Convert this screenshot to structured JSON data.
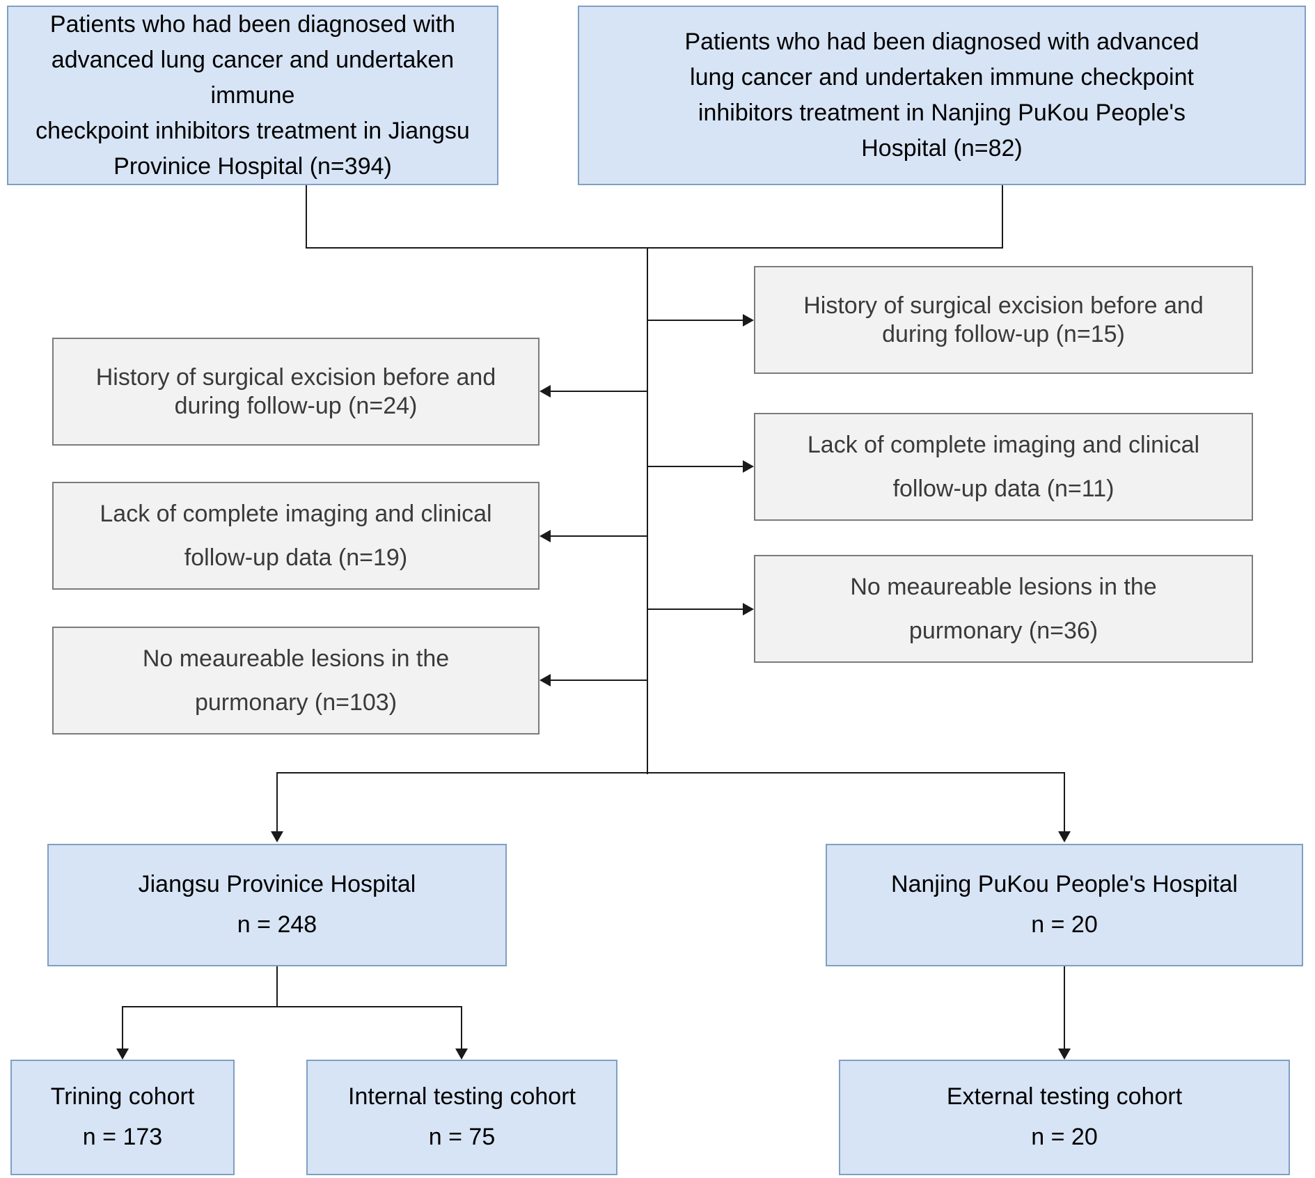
{
  "figure": {
    "type": "flowchart",
    "description": "Patient inclusion and exclusion flow diagram for two hospitals"
  },
  "colors": {
    "blue_fill": "#d7e4f5",
    "blue_border": "#7f9fc4",
    "gray_fill": "#f2f2f2",
    "gray_border": "#7b7b7b",
    "line": "#1a1a1a",
    "text_dark": "#000000",
    "text_gray": "#3a3a3a"
  },
  "boxes": {
    "source_jiangsu": {
      "lines": [
        "Patients who had been diagnosed with",
        "advanced lung cancer and undertaken immune",
        "checkpoint inhibitors treatment in Jiangsu",
        "Provinice Hospital (n=394)"
      ],
      "n": 394
    },
    "source_nanjing": {
      "lines": [
        "Patients who had been diagnosed with advanced",
        "lung cancer and undertaken immune checkpoint",
        "inhibitors treatment in Nanjing PuKou People's",
        "Hospital (n=82)"
      ],
      "n": 82
    },
    "exclusion_nanjing_1": {
      "lines": [
        "History of surgical excision before and",
        "during follow-up (n=15)"
      ],
      "n": 15
    },
    "exclusion_jiangsu_1": {
      "lines": [
        "History of surgical excision before and",
        "during follow-up (n=24)"
      ],
      "n": 24
    },
    "exclusion_nanjing_2": {
      "lines": [
        "Lack of complete imaging and clinical",
        "follow-up data (n=11)"
      ],
      "n": 11
    },
    "exclusion_jiangsu_2": {
      "lines": [
        "Lack of complete imaging and clinical",
        "follow-up data (n=19)"
      ],
      "n": 19
    },
    "exclusion_nanjing_3": {
      "lines": [
        "No meaureable lesions in the",
        "purmonary (n=36)"
      ],
      "n": 36
    },
    "exclusion_jiangsu_3": {
      "lines": [
        "No meaureable lesions in the",
        "purmonary (n=103)"
      ],
      "n": 103
    },
    "hospital_jiangsu": {
      "lines": [
        "Jiangsu Provinice Hospital",
        "n = 248"
      ],
      "n": 248
    },
    "hospital_nanjing": {
      "lines": [
        "Nanjing PuKou People's Hospital",
        "n = 20"
      ],
      "n": 20
    },
    "cohort_training": {
      "lines": [
        "Trining cohort",
        "n = 173"
      ],
      "n": 173
    },
    "cohort_internal": {
      "lines": [
        "Internal testing cohort",
        "n = 75"
      ],
      "n": 75
    },
    "cohort_external": {
      "lines": [
        "External testing cohort",
        "n = 20"
      ],
      "n": 20
    }
  }
}
